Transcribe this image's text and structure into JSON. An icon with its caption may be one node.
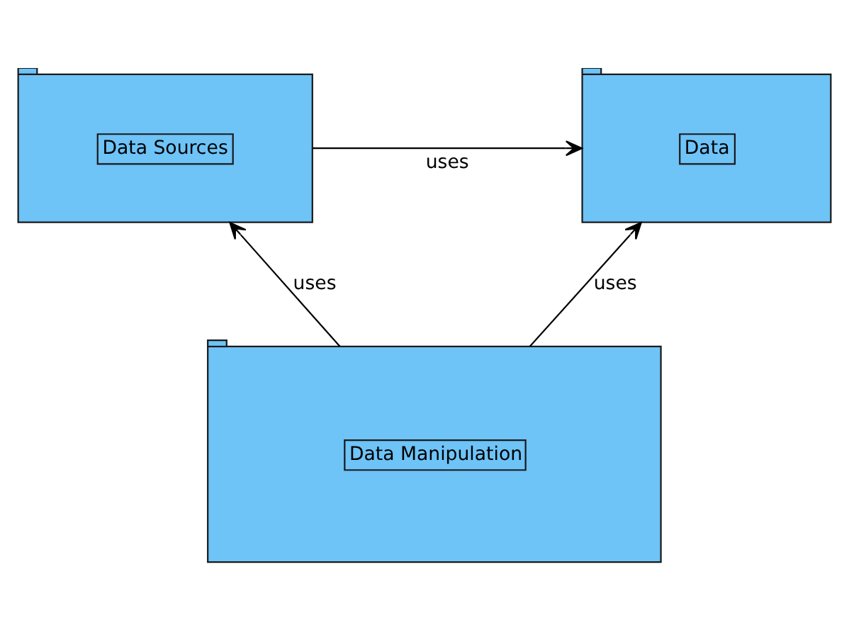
{
  "diagram": {
    "nodes": [
      {
        "text": [
          "Data Sources"
        ]
      },
      {
        "text": [
          "Data"
        ]
      },
      {
        "text": [
          "Data Manipulation"
        ]
      }
    ],
    "edges": [
      {
        "from": 0,
        "to": 1,
        "arrow": "to",
        "label": "uses"
      },
      {
        "from": 2,
        "to": 0,
        "arrow": "to",
        "label": "uses"
      },
      {
        "from": 2,
        "to": 1,
        "arrow": "to",
        "label": "uses"
      }
    ]
  }
}
